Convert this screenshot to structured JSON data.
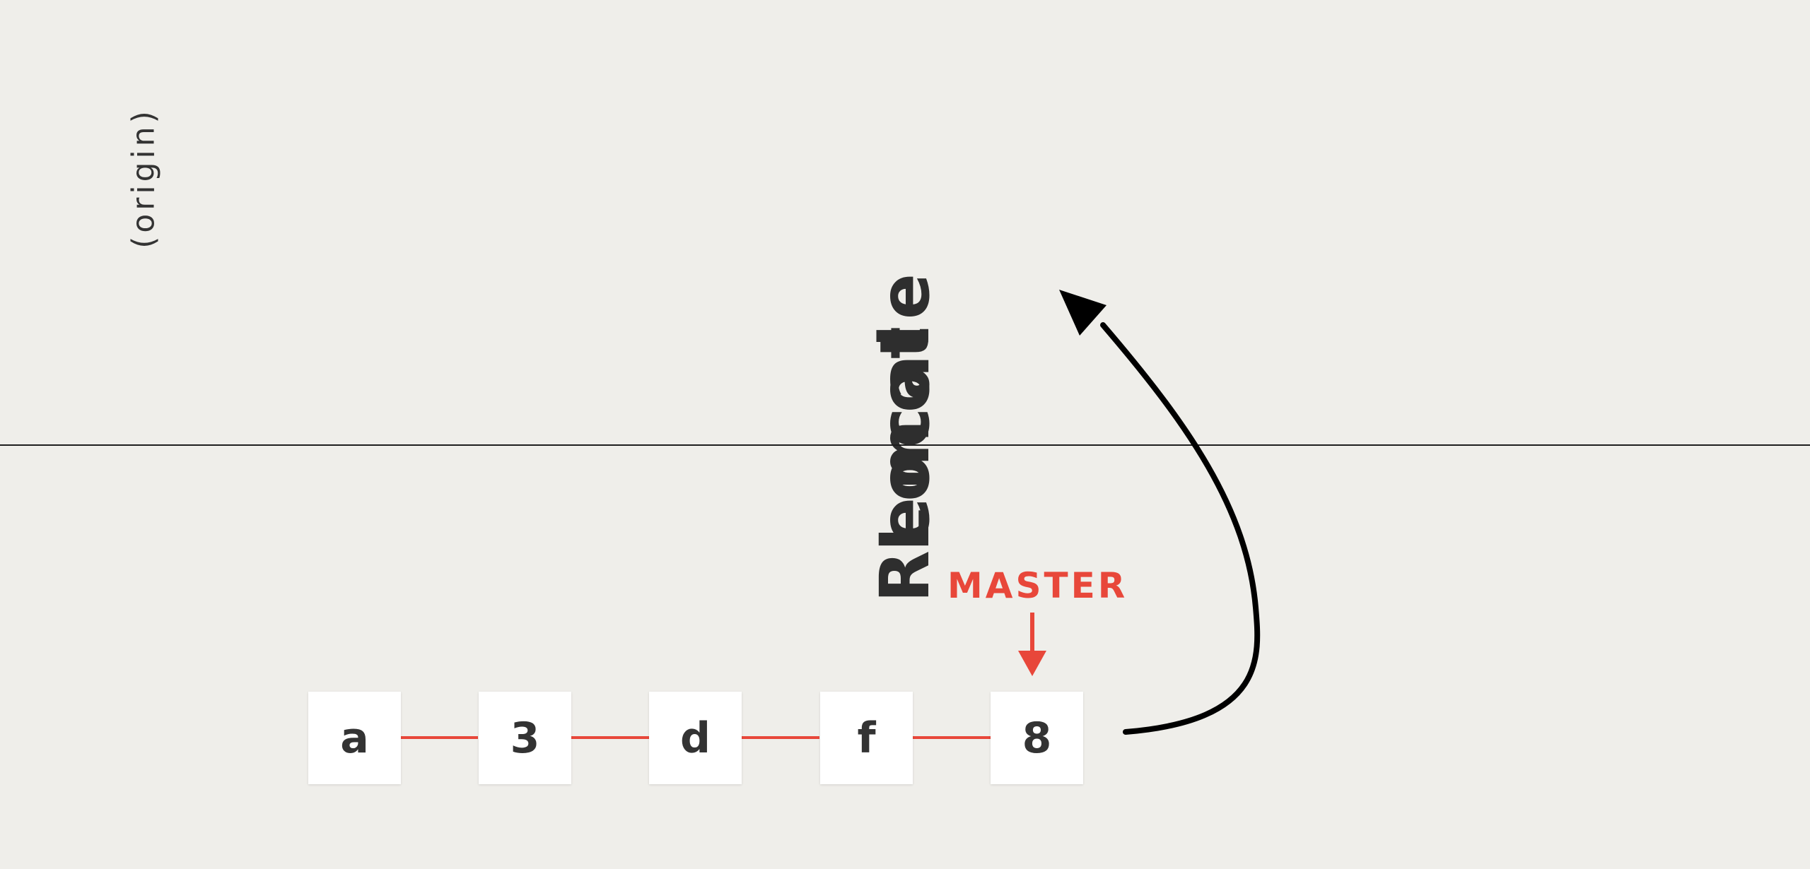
{
  "labels": {
    "remote": "Remote",
    "remote_sub": "(origin)",
    "local": "Local"
  },
  "branch": {
    "name": "MASTER",
    "color": "#e8473a"
  },
  "commits": [
    "a",
    "3",
    "d",
    "f",
    "8"
  ],
  "colors": {
    "background": "#efeeea",
    "commit_line": "#e8473a",
    "divider": "#1e1e1e",
    "arrow": "#000000"
  }
}
